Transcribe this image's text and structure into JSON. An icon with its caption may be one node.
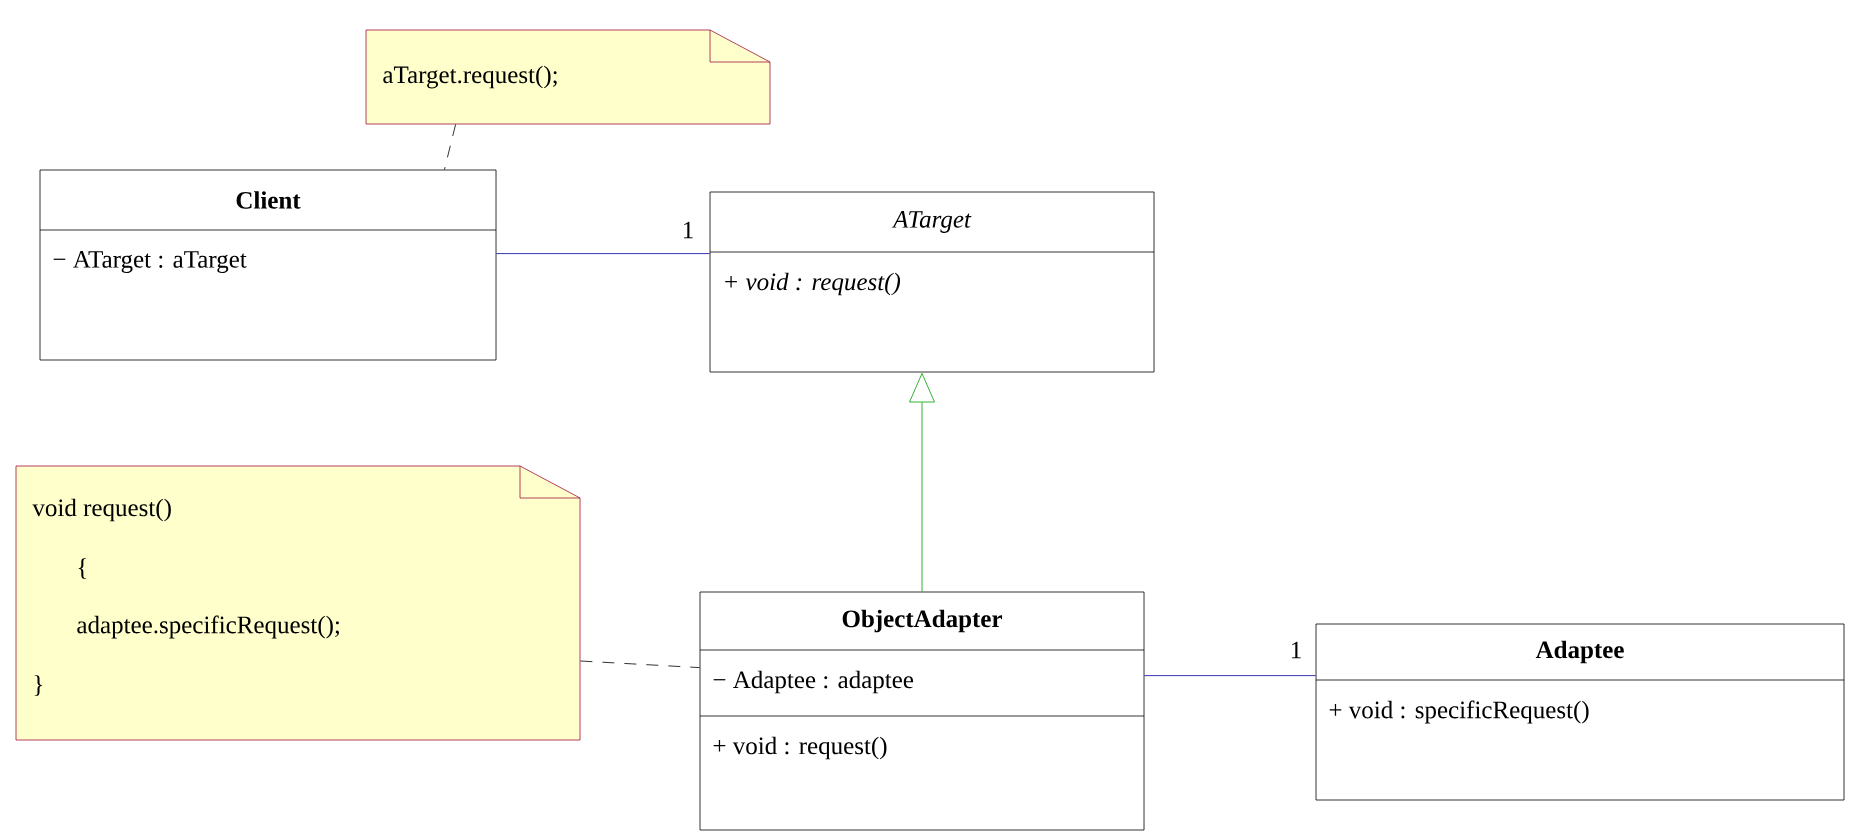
{
  "diagram": {
    "nodes": [
      {
        "text": [
          "aTarget.request();"
        ]
      },
      {
        "text": [
          "Client",
          "− ATarget : aTarget"
        ]
      },
      {
        "text": [
          "ATarget",
          "+ void : request()"
        ]
      },
      {
        "text": [
          "void request()",
          "{",
          "adaptee.specificRequest();",
          "}"
        ]
      },
      {
        "text": [
          "ObjectAdapter",
          "− Adaptee : adaptee",
          "+ void : request()"
        ]
      },
      {
        "text": [
          "Adaptee",
          "+ void : specificRequest()"
        ]
      }
    ],
    "edges": [
      {
        "from": 0,
        "to": 1,
        "arrow": "none",
        "style": "dashed"
      },
      {
        "from": 1,
        "to": 2,
        "arrow": "none",
        "label": "1",
        "color": "#0000a0"
      },
      {
        "from": 4,
        "to": 2,
        "arrow": "to",
        "color": "#00a000"
      },
      {
        "from": 3,
        "to": 4,
        "arrow": "none",
        "style": "dashed"
      },
      {
        "from": 4,
        "to": 5,
        "arrow": "none",
        "label": "1",
        "color": "#0000a0"
      }
    ]
  }
}
